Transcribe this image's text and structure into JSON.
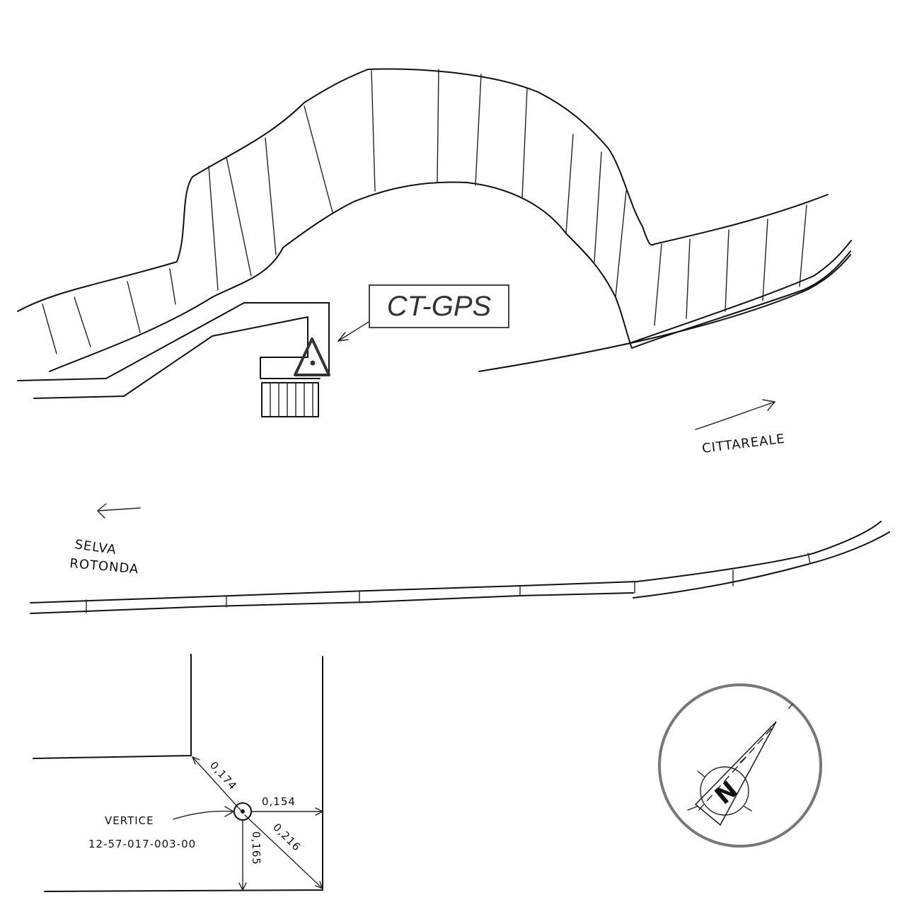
{
  "labels": {
    "station": "CT-GPS",
    "direction_east": "CITTAREALE",
    "direction_west_line1": "SELVA",
    "direction_west_line2": "ROTONDA",
    "vertex_title": "VERTICE",
    "vertex_code": "12-57-017-003-00"
  },
  "measurements": {
    "diag_upper": "0,174",
    "horizontal": "0,154",
    "diag_lower": "0,216",
    "vertical": "0,165"
  },
  "compass": {
    "letter": "N",
    "ring_color": "#777777"
  }
}
